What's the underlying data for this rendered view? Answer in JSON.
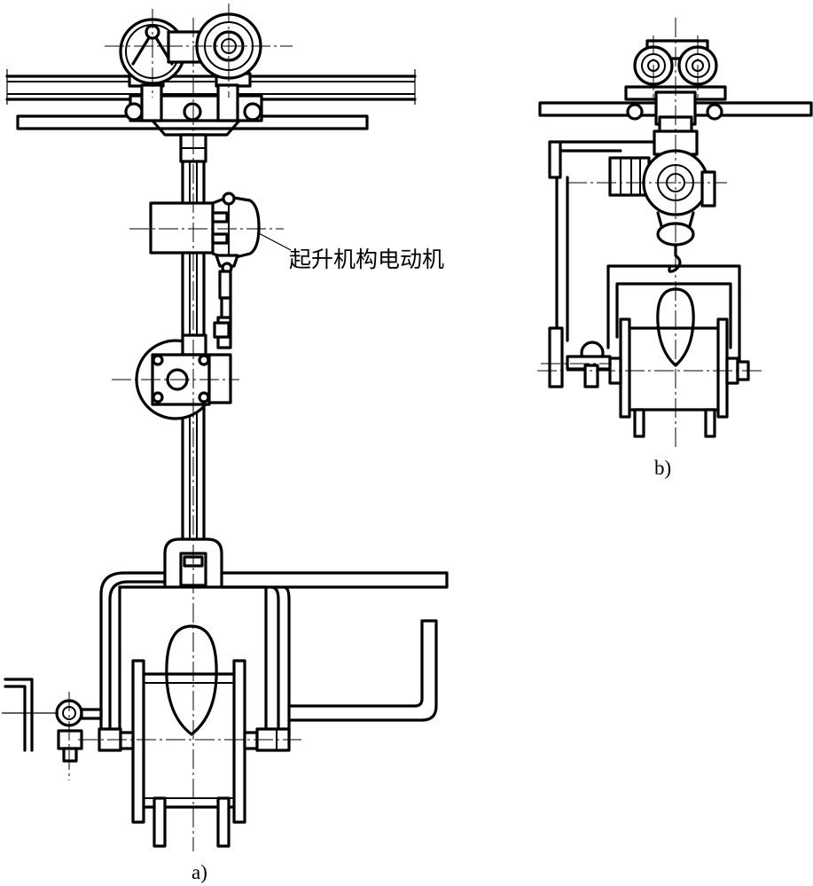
{
  "labels": {
    "hoist_motor": "起升机构电动机",
    "caption_a": "a)",
    "caption_b": "b)"
  },
  "colors": {
    "line": "#000000",
    "background": "#ffffff"
  }
}
